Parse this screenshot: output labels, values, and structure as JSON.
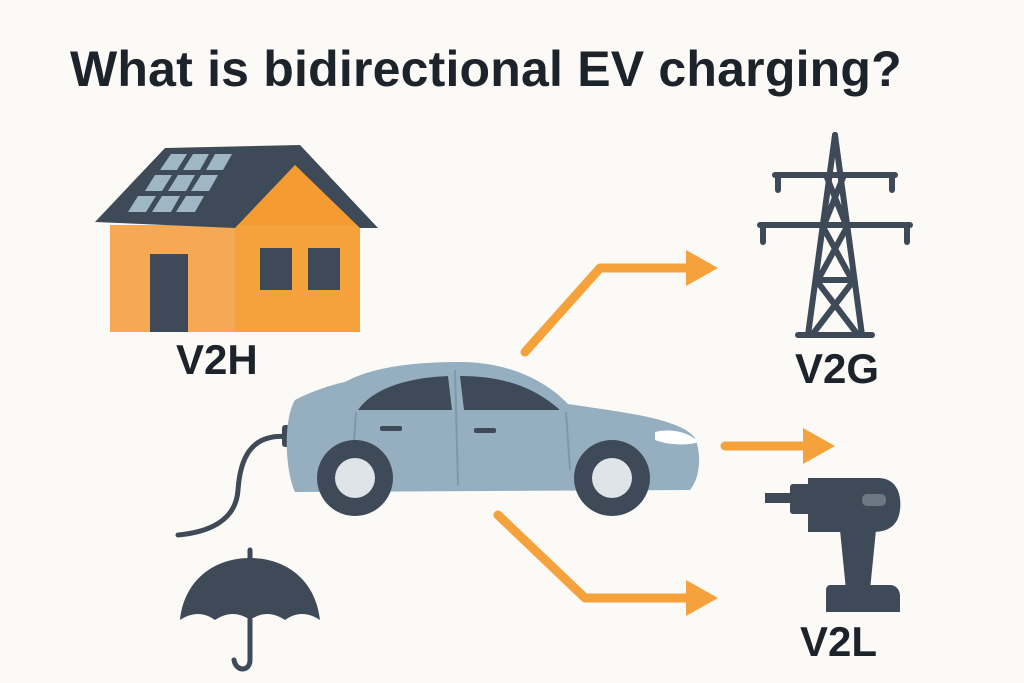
{
  "title": "What is bidirectional EV charging?",
  "labels": {
    "v2h": "V2H",
    "v2g": "V2G",
    "v2l": "V2L"
  },
  "icons": [
    "house-icon",
    "solar-panel-icon",
    "car-icon",
    "charging-cable-icon",
    "power-tower-icon",
    "power-drill-icon",
    "umbrella-icon",
    "arrow-icon"
  ],
  "colors": {
    "orange": "#f5a13a",
    "arrow": "#f6a23c",
    "dark": "#3e4a57",
    "car": "#95afc1",
    "text": "#1d232b",
    "background": "#fcfaf7"
  }
}
